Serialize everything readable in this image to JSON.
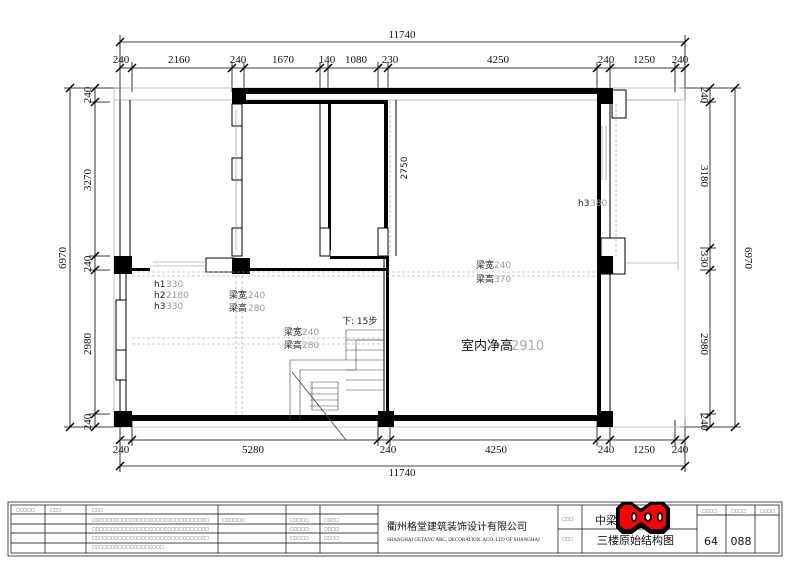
{
  "dimensions": {
    "total_top": "11740",
    "total_bottom": "11740",
    "top": [
      "240",
      "2160",
      "240",
      "1670",
      "140",
      "1080",
      "230",
      "4250",
      "240",
      "1250",
      "240"
    ],
    "bottom": [
      "240",
      "5280",
      "240",
      "4250",
      "240",
      "1250",
      "240"
    ],
    "left_total": "6970",
    "left": [
      "240",
      "3270",
      "240",
      "2980",
      "240"
    ],
    "right_total": "6970",
    "right": [
      "240",
      "3180",
      "330",
      "2980",
      "240"
    ],
    "inner_2750": "2750"
  },
  "beam_labels": {
    "h_left": [
      "h1",
      "h2",
      "h3"
    ],
    "h_left_values": [
      "330",
      "2180",
      "330"
    ],
    "beam_w": "梁宽",
    "beam_h": "梁高",
    "b1_w": "240",
    "b1_h": "280",
    "b2_w": "240",
    "b2_h": "280",
    "b3_w": "240",
    "b3_h": "370",
    "h3_right": "h3",
    "h3_right_value": "380",
    "stairs": "下: 15步",
    "room_height_label": "室内净高",
    "room_height_value": "2910"
  },
  "title_block": {
    "company_cn": "衢州格堂建筑装饰设计有限公司",
    "company_en": "SHANGHAI GETANG ARC. DECORATION. ACO. LTD OF SHANGHAI",
    "project_prefix": "中梁",
    "drawing_title": "三楼原始结构图",
    "num1": "64",
    "num2": "088"
  },
  "colors": {
    "bow": "#ff0000",
    "wall": "#000000"
  }
}
